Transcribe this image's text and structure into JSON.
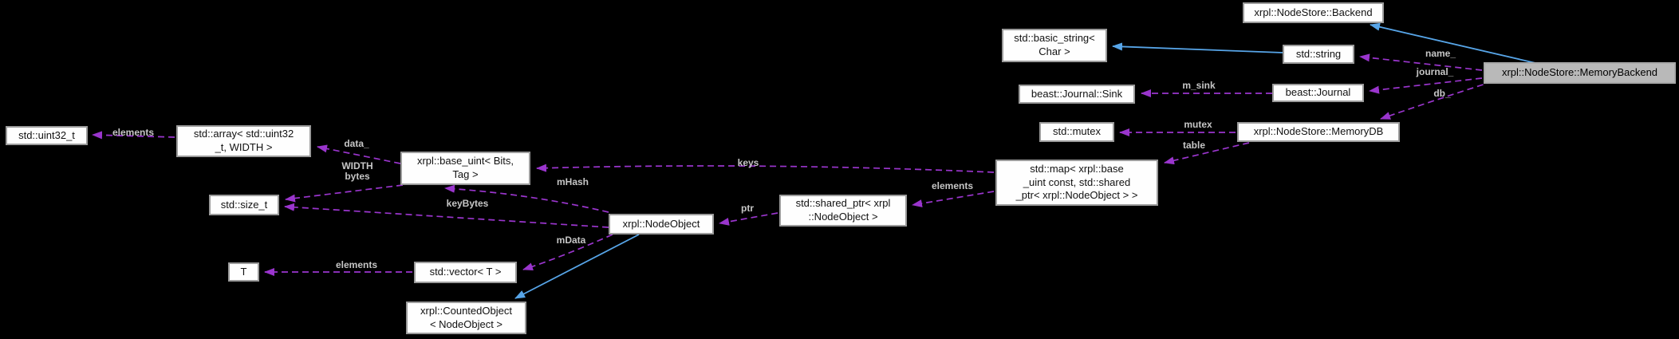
{
  "colors": {
    "background": "#000000",
    "node_fill": "#fefefe",
    "node_border": "#9b9b9b",
    "highlight_node_fill": "#b9b9b9",
    "inheritance_edge": "#57a5e8",
    "usage_edge": "#9a35cd",
    "edge_label_text": "#c6c6c6"
  },
  "nodes": {
    "backend": {
      "label": "xrpl::NodeStore::Backend"
    },
    "basic_string": {
      "label": "std::basic_string<\nChar >"
    },
    "string": {
      "label": "std::string"
    },
    "memory_backend": {
      "label": "xrpl::NodeStore::MemoryBackend"
    },
    "journal_sink": {
      "label": "beast::Journal::Sink"
    },
    "journal": {
      "label": "beast::Journal"
    },
    "mutex": {
      "label": "std::mutex"
    },
    "memory_db": {
      "label": "xrpl::NodeStore::MemoryDB"
    },
    "map": {
      "label": "std::map< xrpl::base\n_uint const, std::shared\n_ptr< xrpl::NodeObject > >"
    },
    "shared_ptr": {
      "label": "std::shared_ptr< xrpl\n::NodeObject >"
    },
    "node_object": {
      "label": "xrpl::NodeObject"
    },
    "base_uint": {
      "label": "xrpl::base_uint< Bits,\nTag >"
    },
    "array": {
      "label": "std::array< std::uint32\n_t, WIDTH >"
    },
    "uint32": {
      "label": "std::uint32_t"
    },
    "size_t": {
      "label": "std::size_t"
    },
    "t": {
      "label": "T"
    },
    "vector": {
      "label": "std::vector< T >"
    },
    "counted_object": {
      "label": "xrpl::CountedObject\n< NodeObject >"
    }
  },
  "edges": {
    "name": {
      "label": "name_"
    },
    "journal": {
      "label": "journal_"
    },
    "db": {
      "label": "db_"
    },
    "m_sink": {
      "label": "m_sink"
    },
    "mutex": {
      "label": "mutex"
    },
    "table": {
      "label": "table"
    },
    "keys": {
      "label": "keys"
    },
    "map_elements": {
      "label": "elements"
    },
    "ptr": {
      "label": "ptr"
    },
    "mhash": {
      "label": "mHash"
    },
    "keybytes": {
      "label": "keyBytes"
    },
    "width_bytes": {
      "label": "WIDTH\nbytes"
    },
    "data": {
      "label": "data_"
    },
    "array_elements": {
      "label": "elements"
    },
    "mdata": {
      "label": "mData"
    },
    "vector_elements": {
      "label": "elements"
    }
  }
}
